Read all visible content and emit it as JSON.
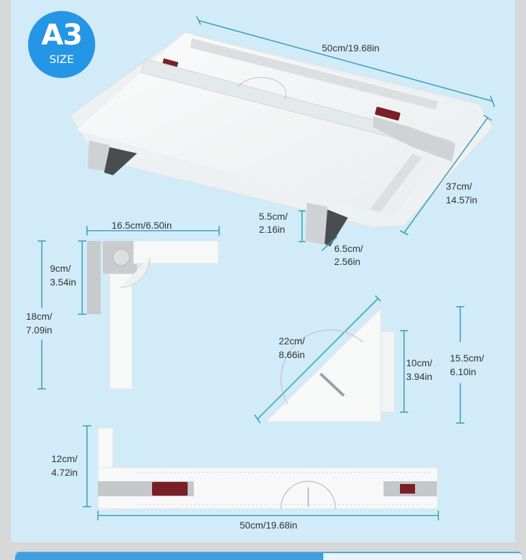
{
  "badge": {
    "size": "A3",
    "caption": "SIZE",
    "color": "#2595e6"
  },
  "colors": {
    "background": "#d2ebf8",
    "dimension_line": "#3aa0b8",
    "brake": "#7a1f28"
  },
  "board": {
    "width_label": "50cm/19.68in",
    "depth_label_cm": "37cm/",
    "depth_label_in": "14.57in",
    "leg_height_cm": "5.5cm/",
    "leg_height_in": "2.16in",
    "leg_depth_cm": "6.5cm/",
    "leg_depth_in": "2.56in"
  },
  "square": {
    "width_label": "16.5cm/6.50in",
    "short_cm": "9cm/",
    "short_in": "3.54in",
    "long_cm": "18cm/",
    "long_in": "7.09in"
  },
  "triangle": {
    "hyp_cm": "22cm/",
    "hyp_in": "8.66in",
    "side_cm": "10cm/",
    "side_in": "3.94in",
    "height_cm": "15.5cm/",
    "height_in": "6.10in"
  },
  "tsquare": {
    "height_cm": "12cm/",
    "height_in": "4.72in",
    "width_label": "50cm/19.68in"
  }
}
